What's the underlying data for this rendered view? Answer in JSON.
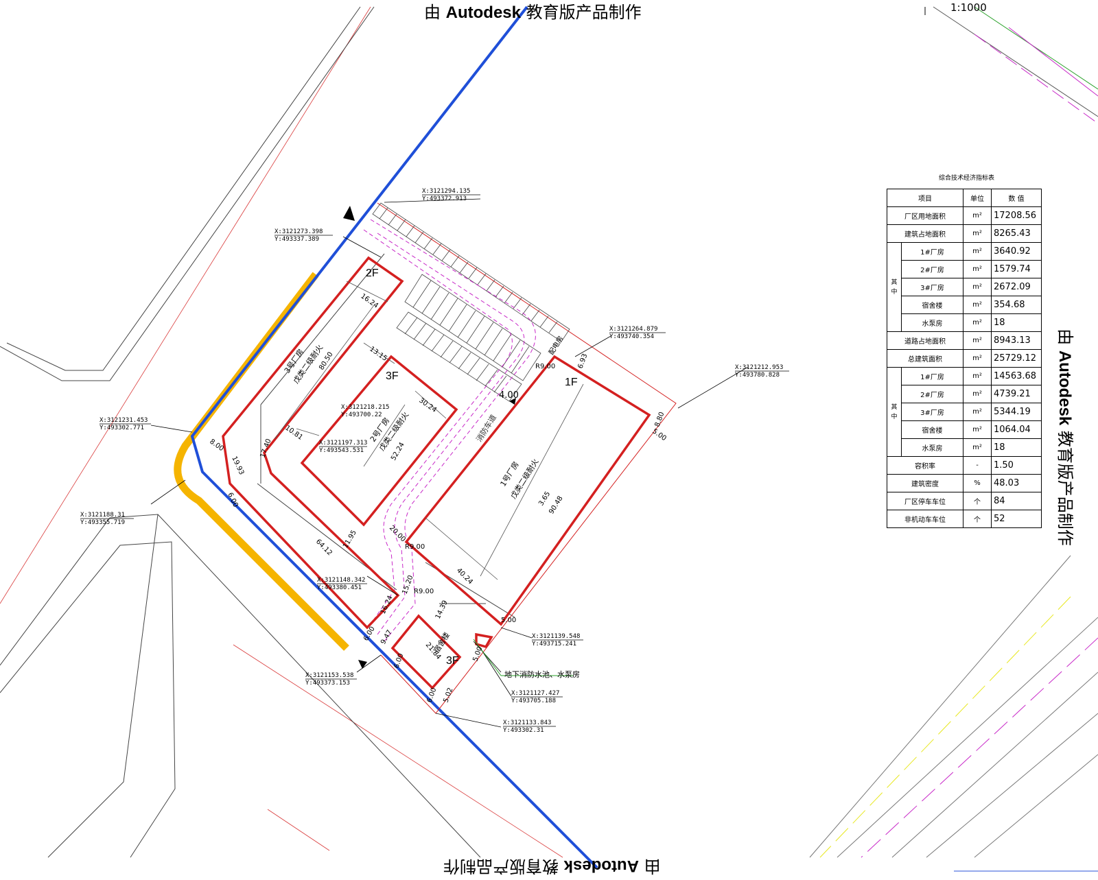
{
  "watermark": {
    "prefix": "由 ",
    "brand": "Autodesk",
    "suffix": " 教育版产品制作"
  },
  "scale_label": "1:1000",
  "table": {
    "title": "综合技术经济指标表",
    "headers": [
      "项目",
      "单位",
      "数 值"
    ],
    "rows": [
      {
        "group": "",
        "item": "厂区用地面积",
        "unit": "m²",
        "value": "17208.56"
      },
      {
        "group": "",
        "item": "建筑占地面积",
        "unit": "m²",
        "value": "8265.43"
      },
      {
        "group": "其中",
        "item": "1#厂房",
        "unit": "m²",
        "value": "3640.92"
      },
      {
        "group": "",
        "item": "2#厂房",
        "unit": "m²",
        "value": "1579.74"
      },
      {
        "group": "",
        "item": "3#厂房",
        "unit": "m²",
        "value": "2672.09"
      },
      {
        "group": "",
        "item": "宿舍楼",
        "unit": "m²",
        "value": "354.68"
      },
      {
        "group": "",
        "item": "水泵房",
        "unit": "m²",
        "value": "18"
      },
      {
        "group": "",
        "item": "道路占地面积",
        "unit": "m²",
        "value": "8943.13"
      },
      {
        "group": "",
        "item": "总建筑面积",
        "unit": "m²",
        "value": "25729.12"
      },
      {
        "group": "其中",
        "item": "1#厂房",
        "unit": "m²",
        "value": "14563.68"
      },
      {
        "group": "",
        "item": "2#厂房",
        "unit": "m²",
        "value": "4739.21"
      },
      {
        "group": "",
        "item": "3#厂房",
        "unit": "m²",
        "value": "5344.19"
      },
      {
        "group": "",
        "item": "宿舍楼",
        "unit": "m²",
        "value": "1064.04"
      },
      {
        "group": "",
        "item": "水泵房",
        "unit": "m²",
        "value": "18"
      },
      {
        "group": "",
        "item": "容积率",
        "unit": "-",
        "value": "1.50"
      },
      {
        "group": "",
        "item": "建筑密度",
        "unit": "%",
        "value": "48.03"
      },
      {
        "group": "",
        "item": "厂区停车车位",
        "unit": "个",
        "value": "84"
      },
      {
        "group": "",
        "item": "非机动车车位",
        "unit": "个",
        "value": "52"
      }
    ]
  },
  "buildings": [
    {
      "floors": "1F",
      "name": "1号厂房",
      "class": "戊类二级耐火",
      "note": "3.65",
      "dim": "90.48"
    },
    {
      "floors": "3F",
      "name": "2号厂房",
      "class": "戊类二级耐火",
      "dim": "30.24"
    },
    {
      "floors": "2F",
      "name": "3号厂房",
      "class": "戊类二级耐火",
      "dim": "80.50"
    },
    {
      "floors": "3F",
      "name": "宿舍楼",
      "class": "",
      "dim": "21.84"
    }
  ],
  "labels": {
    "fire_lane": "消防车道",
    "pump": "地下消防水池、水泵房",
    "guard": "配电房",
    "elev": "4.00"
  },
  "coords": [
    {
      "x": "X:3121294.135",
      "y": "Y:493372.913"
    },
    {
      "x": "X:3121273.398",
      "y": "Y:493337.389"
    },
    {
      "x": "X:3121264.879",
      "y": "Y:493740.354"
    },
    {
      "x": "X:3121212.953",
      "y": "Y:493780.828"
    },
    {
      "x": "X:3121218.215",
      "y": "Y:493700.22"
    },
    {
      "x": "X:3121231.453",
      "y": "Y:493302.771"
    },
    {
      "x": "X:3121197.313",
      "y": "Y:493543.531"
    },
    {
      "x": "X:3121188.31",
      "y": "Y:493355.719"
    },
    {
      "x": "X:3121148.342",
      "y": "Y:493380.451"
    },
    {
      "x": "X:3121139.548",
      "y": "Y:493715.241"
    },
    {
      "x": "X:3121153.538",
      "y": "Y:493373.153"
    },
    {
      "x": "X:3121127.427",
      "y": "Y:493705.188"
    },
    {
      "x": "X:3121133.843",
      "y": "Y:493302.31"
    }
  ],
  "dims": [
    "16.24",
    "13.15",
    "10.81",
    "17.40",
    "19.93",
    "6.00",
    "64.12",
    "11.95",
    "20.00",
    "40.24",
    "14.39",
    "16.24",
    "9.47",
    "6.00",
    "6.00",
    "5.00",
    "6.93",
    "8.80",
    "5.00",
    "8.00",
    "6.00",
    "52.24",
    "15.20",
    "R9.00",
    "R9.00",
    "R9.00",
    "5.02",
    "5.00"
  ]
}
